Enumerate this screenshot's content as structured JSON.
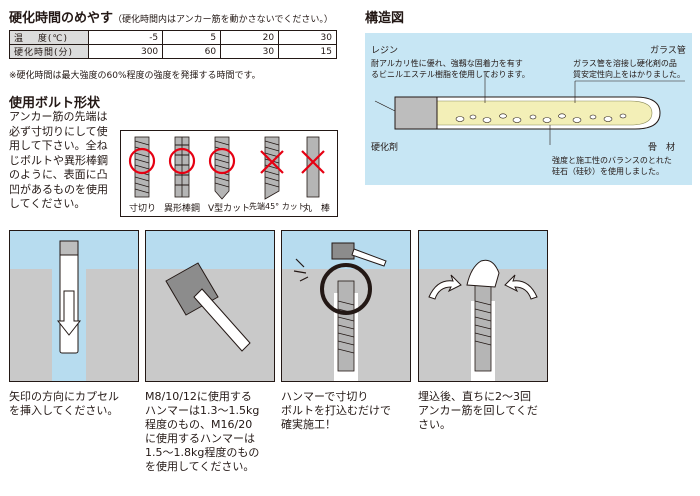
{
  "cure": {
    "title": "硬化時間のめやす",
    "note": "（硬化時間内はアンカー筋を動かさないでください。）",
    "row1_label": "温　 度(℃)",
    "temps": [
      "-5",
      "5",
      "20",
      "30"
    ],
    "row2_label": "硬化時間(分)",
    "times": [
      "300",
      "60",
      "30",
      "15"
    ],
    "footnote": "※硬化時間は最大強度の60%程度の強度を発揮する時間です。"
  },
  "bolt": {
    "title": "使用ボルト形状",
    "text": [
      "アンカー筋の先端は",
      "必ず寸切りにして使",
      "用して下さい。全ね",
      "じボルトや異形棒鋼",
      "のように、表面に凸",
      "凹があるものを使用",
      "してください。"
    ],
    "labels": [
      "寸切り",
      "異形棒鋼",
      "V型カット",
      "先端45° カット",
      "丸　棒"
    ]
  },
  "structure": {
    "title": "構造図",
    "resin_label": "レジン",
    "resin_desc": [
      "耐アルカリ性に優れ、強靱な固着力を有す",
      "るビニルエステル樹脂を使用しております。"
    ],
    "glass_label": "ガラス管",
    "glass_desc": [
      "ガラス管を溶接し硬化剤の品",
      "質安定性向上をはかりました。"
    ],
    "hardener_label": "硬化剤",
    "aggregate_label": "骨　材",
    "aggregate_desc": [
      "強度と施工性のバランスのとれた",
      "硅石（硅砂）を使用しました。"
    ]
  },
  "steps": [
    {
      "caption": [
        "矢印の方向にカプセル",
        "を挿入してください。"
      ]
    },
    {
      "caption": [
        "M8/10/12に使用する",
        "ハンマーは1.3～1.5kg",
        "程度のもの、M16/20",
        "に使用するハンマーは",
        "1.5～1.8kg程度のもの",
        "を使用してください。"
      ]
    },
    {
      "caption": [
        "ハンマーで寸切り",
        "ボルトを打込むだけで",
        "確実施工！"
      ]
    },
    {
      "caption": [
        "埋込後、直ちに2～3回",
        "アンカー筋を回してくだ",
        "さい。"
      ]
    }
  ],
  "colors": {
    "panel_sky": "#b7dcef",
    "concrete": "#c9c9c9",
    "struct_bg": "#c7e6f4",
    "red": "#e60012",
    "resin": "#f3efb7"
  }
}
